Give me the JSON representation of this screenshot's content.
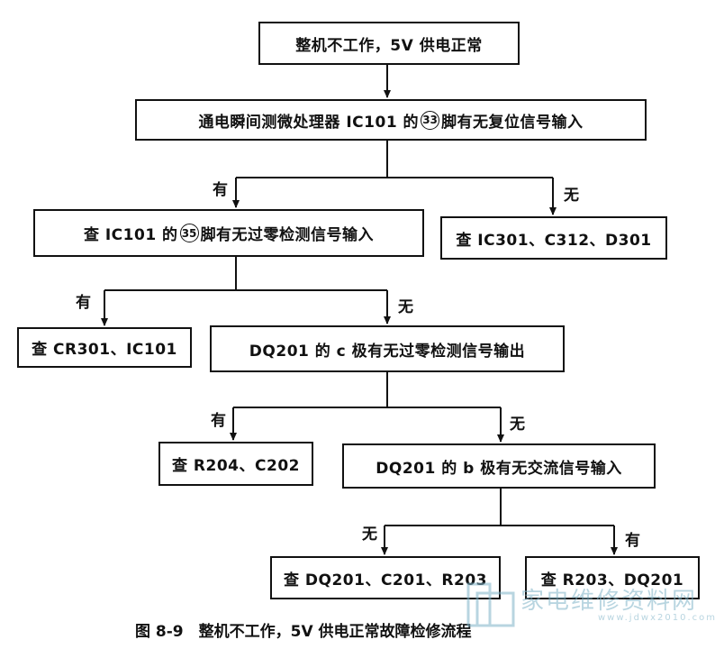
{
  "nodes": {
    "n1": {
      "text": "整机不工作，5V 供电正常"
    },
    "n2": {
      "pre": "通电瞬间测微处理器 IC101 的",
      "pin": "33",
      "post": "脚有无复位信号输入"
    },
    "n3": {
      "pre": "查 IC101 的",
      "pin": "35",
      "post": "脚有无过零检测信号输入"
    },
    "n4": {
      "text": "查 IC301、C312、D301"
    },
    "n5": {
      "text": "查 CR301、IC101"
    },
    "n6": {
      "text": "DQ201 的 c 极有无过零检测信号输出"
    },
    "n7": {
      "text": "查 R204、C202"
    },
    "n8": {
      "text": "DQ201 的 b 极有无交流信号输入"
    },
    "n9": {
      "text": "查 DQ201、C201、R203"
    },
    "n10": {
      "text": "查 R203、DQ201"
    }
  },
  "edge_labels": {
    "yes": "有",
    "no": "无"
  },
  "caption": "图 8-9　整机不工作，5V 供电正常故障检修流程",
  "watermark": {
    "text": "家电维修资料网",
    "url": "www.jdwx2010.com"
  }
}
